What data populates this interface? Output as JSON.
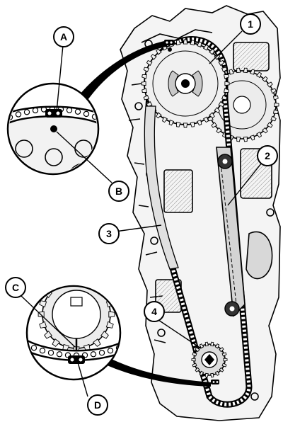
{
  "diagram": {
    "callouts": {
      "one": "1",
      "two": "2",
      "three": "3",
      "four": "4",
      "a": "A",
      "b": "B",
      "c": "C",
      "d": "D"
    },
    "colors": {
      "ink": "#000000",
      "paper": "#ffffff",
      "shade": "#e6e6e6"
    }
  }
}
